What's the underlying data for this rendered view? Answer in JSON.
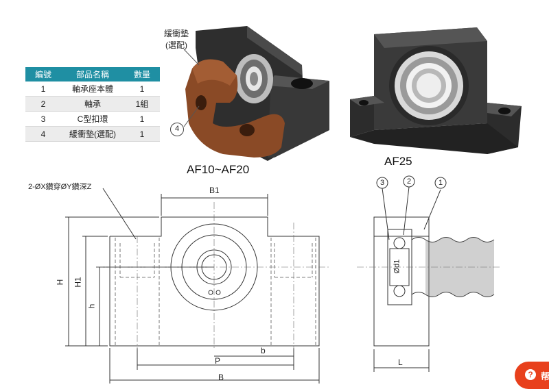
{
  "parts_table": {
    "headers": [
      "編號",
      "部品名稱",
      "數量"
    ],
    "rows": [
      [
        "1",
        "軸承座本體",
        "1"
      ],
      [
        "2",
        "軸承",
        "1組"
      ],
      [
        "3",
        "C型扣環",
        "1"
      ],
      [
        "4",
        "緩衝墊(選配)",
        "1"
      ]
    ]
  },
  "callouts": {
    "cushion_line1": "緩衝墊",
    "cushion_line2": "(選配)",
    "part4_number": "4"
  },
  "models": {
    "left": "AF10~AF20",
    "right": "AF25"
  },
  "drawing_labels": {
    "hole_note": "2-ØX鑽穿ØY鑽深Z",
    "B1": "B1",
    "H": "H",
    "H1": "H1",
    "h": "h",
    "b": "b",
    "P": "P",
    "B": "B",
    "d1": "Ød1",
    "L": "L",
    "balloon_1": "1",
    "balloon_2": "2",
    "balloon_3": "3"
  },
  "help_button": {
    "label": "帮",
    "icon": "question-icon"
  },
  "colors": {
    "table_header": "#1f8fa3",
    "block_dark": "#3a3a3a",
    "cushion_brown": "#8a4a26",
    "help_orange": "#e8401c"
  }
}
